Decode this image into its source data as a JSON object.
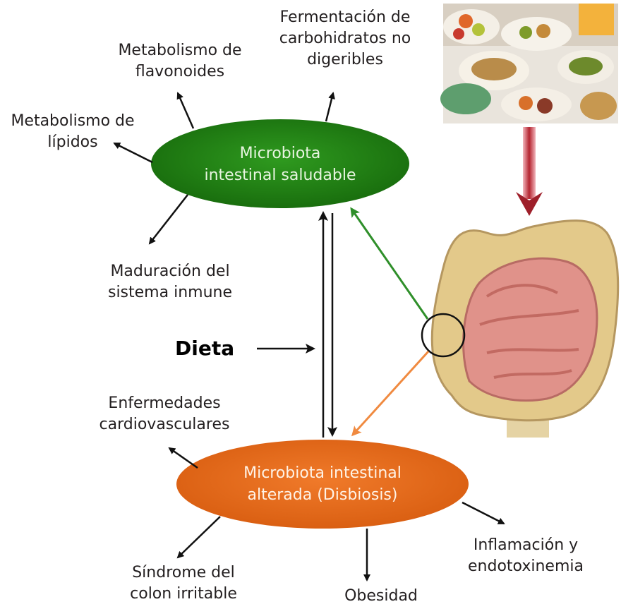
{
  "healthy": {
    "line1": "Microbiota",
    "line2": "intestinal saludable",
    "color": "#1f7a12"
  },
  "dysbiosis": {
    "line1": "Microbiota intestinal",
    "line2": "alterada (Disbiosis)",
    "color": "#e86b1c"
  },
  "diet_label": "Dieta",
  "healthy_effects": {
    "flavonoids": {
      "line1": "Metabolismo de",
      "line2": "flavonoides"
    },
    "fermentation": {
      "line1": "Fermentación de",
      "line2": "carbohidratos no",
      "line3": "digeribles"
    },
    "lipids": {
      "line1": "Metabolismo de",
      "line2": "lípidos"
    },
    "immune": {
      "line1": "Maduración del",
      "line2": "sistema inmune"
    }
  },
  "dysbiosis_effects": {
    "cardio": {
      "line1": "Enfermedades",
      "line2": "cardiovasculares"
    },
    "ibs": {
      "line1": "Síndrome del",
      "line2": "colon irritable"
    },
    "obesity": {
      "line1": "Obesidad"
    },
    "inflammation": {
      "line1": "Inflamación y",
      "line2": "endotoxinemia"
    }
  },
  "colors": {
    "green_arrow": "#2f8f2a",
    "orange_arrow": "#f08a40",
    "down_arrow": "#b3242f",
    "intestine_outer": "#e3c98a",
    "intestine_inner": "#e0928a"
  },
  "icons": {
    "food": "food-plates-photo",
    "intestine": "intestine-illustration"
  }
}
